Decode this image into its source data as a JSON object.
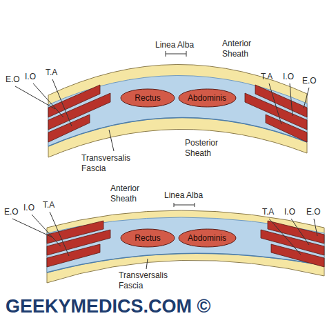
{
  "diagram": {
    "nodes": [
      {
        "text": [
          "Rectus"
        ]
      },
      {
        "text": [
          "Abdominis"
        ]
      },
      {
        "text": [
          "Rectus"
        ]
      },
      {
        "text": [
          "Abdominis"
        ]
      }
    ],
    "labels": [
      "Linea Alba",
      "Anterior Sheath",
      "E.O",
      "I.O",
      "T.A",
      "T.A",
      "I.O",
      "E.O",
      "Transversalis Fascia",
      "Posterior Sheath",
      "Anterior Sheath",
      "Linea Alba",
      "E.O",
      "I.O",
      "T.A",
      "T.A",
      "I.O",
      "E.O",
      "Transversalis Fascia",
      "GEEKYMEDICS.COM ©"
    ]
  }
}
